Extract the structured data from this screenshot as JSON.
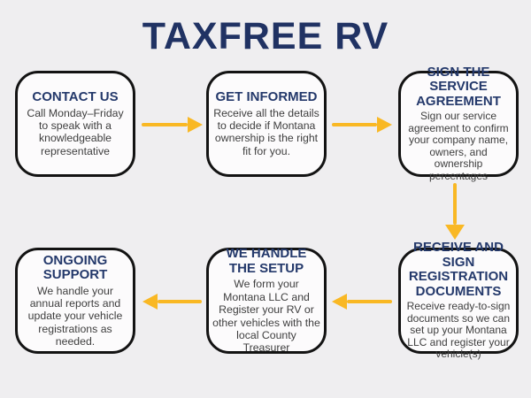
{
  "title": "TAXFREE RV",
  "colors": {
    "background": "#efeef0",
    "box_fill": "#fcfbfc",
    "box_border": "#131313",
    "title": "#203263",
    "heading": "#24396b",
    "body_text": "#3e3e3e",
    "arrow": "#f9b824"
  },
  "steps": [
    {
      "title": "CONTACT US",
      "body": "Call Monday–Friday to speak with a knowledgeable representative"
    },
    {
      "title": "GET INFORMED",
      "body": "Receive all the details to decide if Montana ownership is the right fit for you."
    },
    {
      "title": "SIGN THE SERVICE AGREEMENT",
      "body": "Sign our service agreement to confirm your company name, owners, and ownership percentages"
    },
    {
      "title": "RECEIVE AND SIGN REGISTRATION DOCUMENTS",
      "body": "Receive ready-to-sign documents so we can set up your Montana LLC and register your vehicle(s)"
    },
    {
      "title": "WE HANDLE THE SETUP",
      "body": "We form your Montana LLC and Register your RV or other vehicles with the local County Treasurer"
    },
    {
      "title": "ONGOING SUPPORT",
      "body": "We handle your annual reports and update your vehicle registrations as needed."
    }
  ],
  "arrows": [
    {
      "direction": "right",
      "from": "contact-us",
      "to": "get-informed"
    },
    {
      "direction": "right",
      "from": "get-informed",
      "to": "sign-the-service-agreement"
    },
    {
      "direction": "down",
      "from": "sign-the-service-agreement",
      "to": "receive-and-sign-registration-documents"
    },
    {
      "direction": "left",
      "from": "receive-and-sign-registration-documents",
      "to": "we-handle-the-setup"
    },
    {
      "direction": "left",
      "from": "we-handle-the-setup",
      "to": "ongoing-support"
    }
  ]
}
